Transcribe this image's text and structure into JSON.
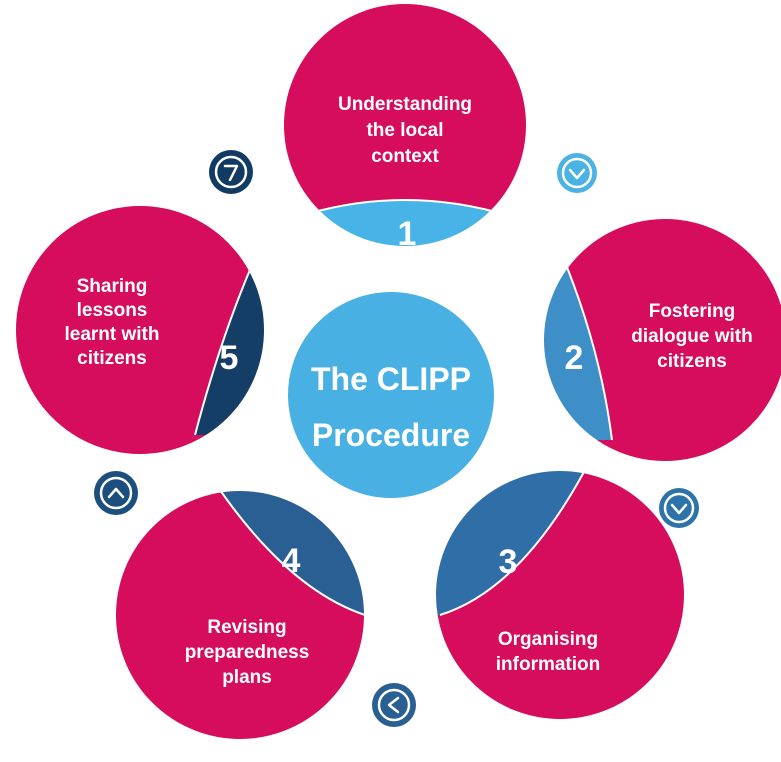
{
  "colors": {
    "magenta": "#D60C5C",
    "center_blue": "#49B0E3",
    "light_blue": "#48B3E6",
    "mid_blue": "#3E8FC8",
    "steel_blue": "#2F6EA6",
    "navy": "#153E67",
    "arrow_light": "#4BB2E4",
    "arrow_mid": "#2C73AA",
    "arrow_navy": "#1C4F7E",
    "arrow_dark": "#123B63"
  },
  "center": {
    "line1": "The CLIPP",
    "line2": "Procedure"
  },
  "steps": [
    {
      "number": "1",
      "lines": [
        "Understanding",
        "the local",
        "context"
      ]
    },
    {
      "number": "2",
      "lines": [
        "Fostering",
        "dialogue with",
        "citizens"
      ]
    },
    {
      "number": "3",
      "lines": [
        "Organising",
        "information"
      ]
    },
    {
      "number": "4",
      "lines": [
        "Revising",
        "preparedness",
        "plans"
      ]
    },
    {
      "number": "5",
      "lines": [
        "Sharing",
        "lessons",
        "learnt with",
        "citizens"
      ]
    }
  ],
  "arrows": [
    {
      "icon": "chevron-down-icon"
    },
    {
      "icon": "chevron-down-icon"
    },
    {
      "icon": "chevron-left-icon"
    },
    {
      "icon": "chevron-up-icon"
    },
    {
      "icon": "chevron-up-right-icon"
    }
  ]
}
